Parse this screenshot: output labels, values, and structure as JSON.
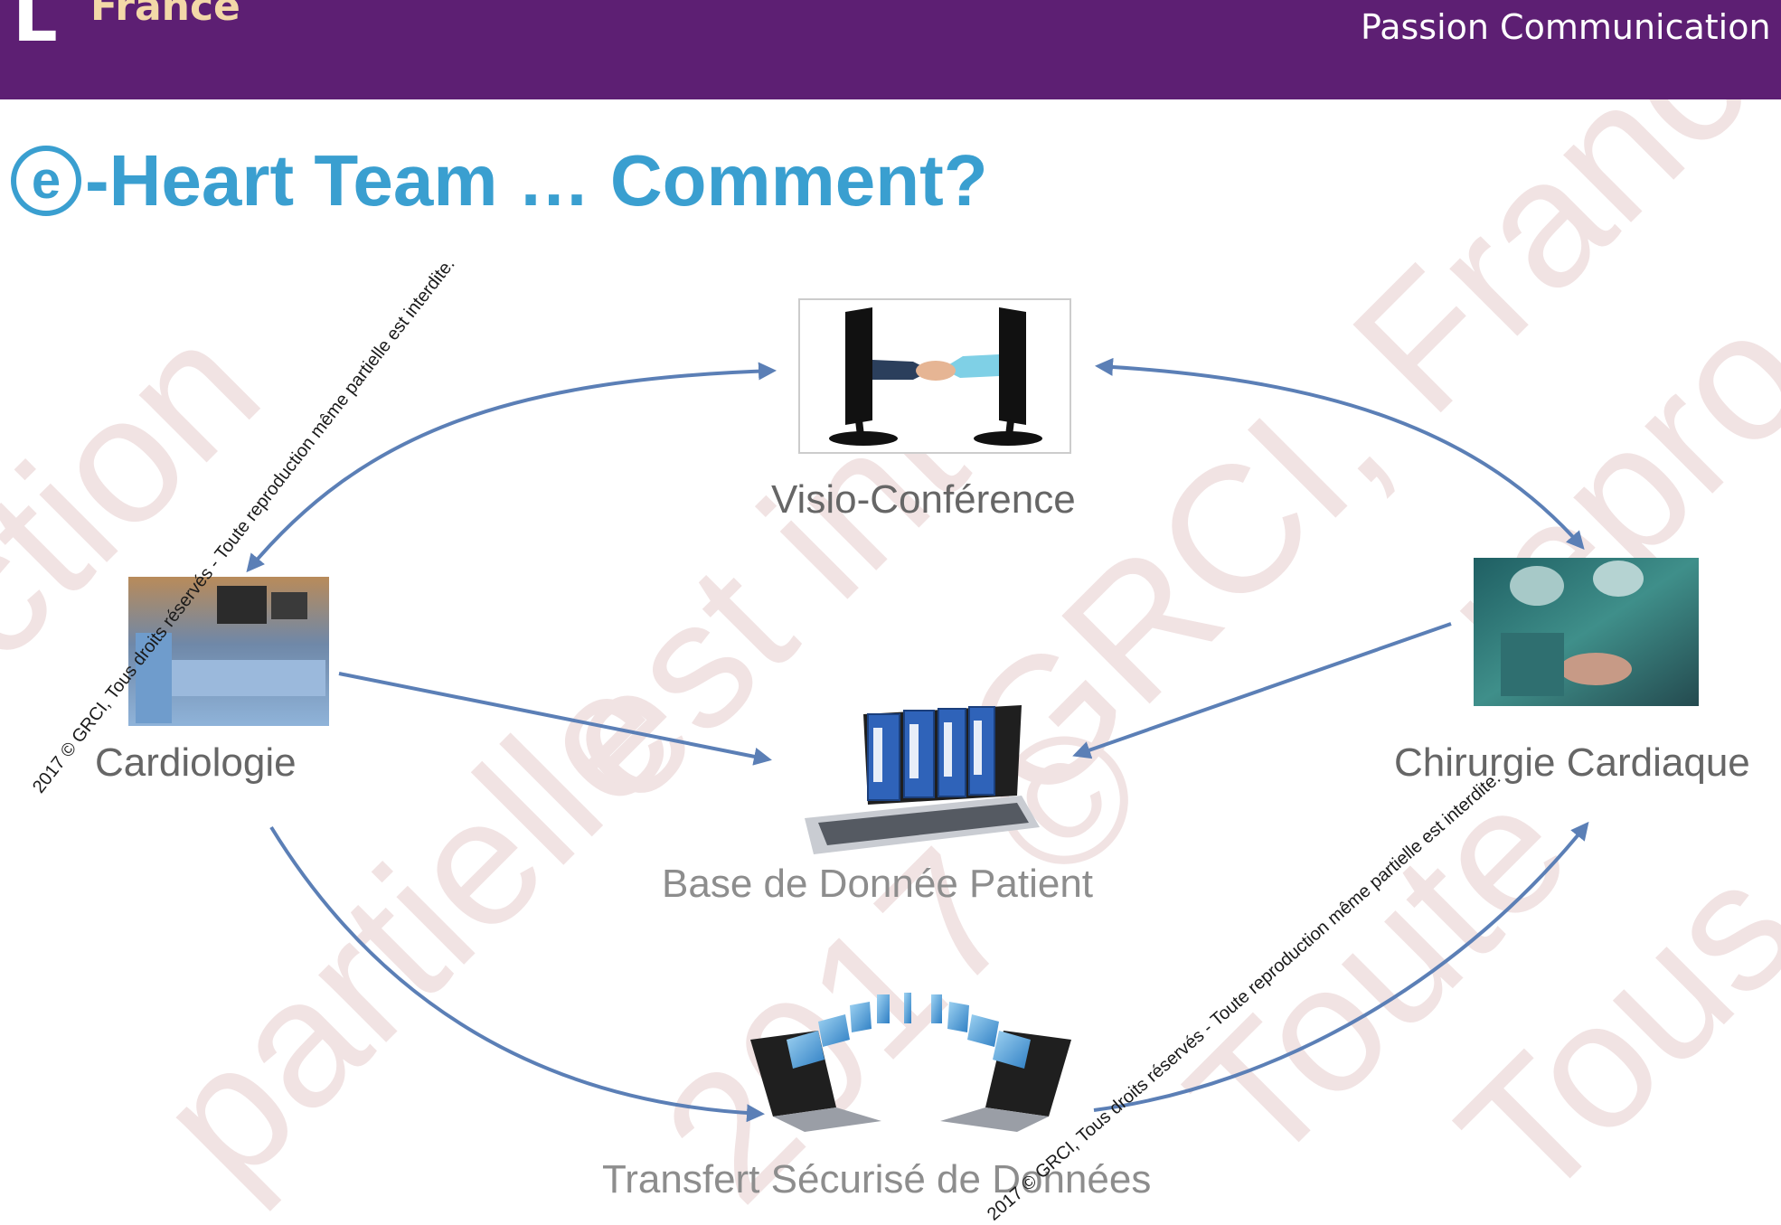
{
  "header": {
    "logo_letter": "L",
    "logo_word": "France",
    "tagline": "Passion Communication Edu"
  },
  "slide": {
    "title_prefix": "e",
    "title_rest": "-Heart Team … Comment?"
  },
  "nodes": {
    "visio": "Visio-Conférence",
    "cardio": "Cardiologie",
    "chirurgie": "Chirurgie Cardiaque",
    "base": "Base de Donnée Patient",
    "transfert": "Transfert Sécurisé de Données"
  },
  "watermark": {
    "line1": "2017 © GRCI, Tous droits réservés - Toute reproduction même partielle est interdite.",
    "line2": "2017 © GRCI, Tous droits réservés - Toute reproduction même partielle est interdite."
  },
  "colors": {
    "banner": "#5d1f73",
    "title": "#3a9fd0",
    "arrow": "#5b7fb6",
    "label": "#666666"
  }
}
